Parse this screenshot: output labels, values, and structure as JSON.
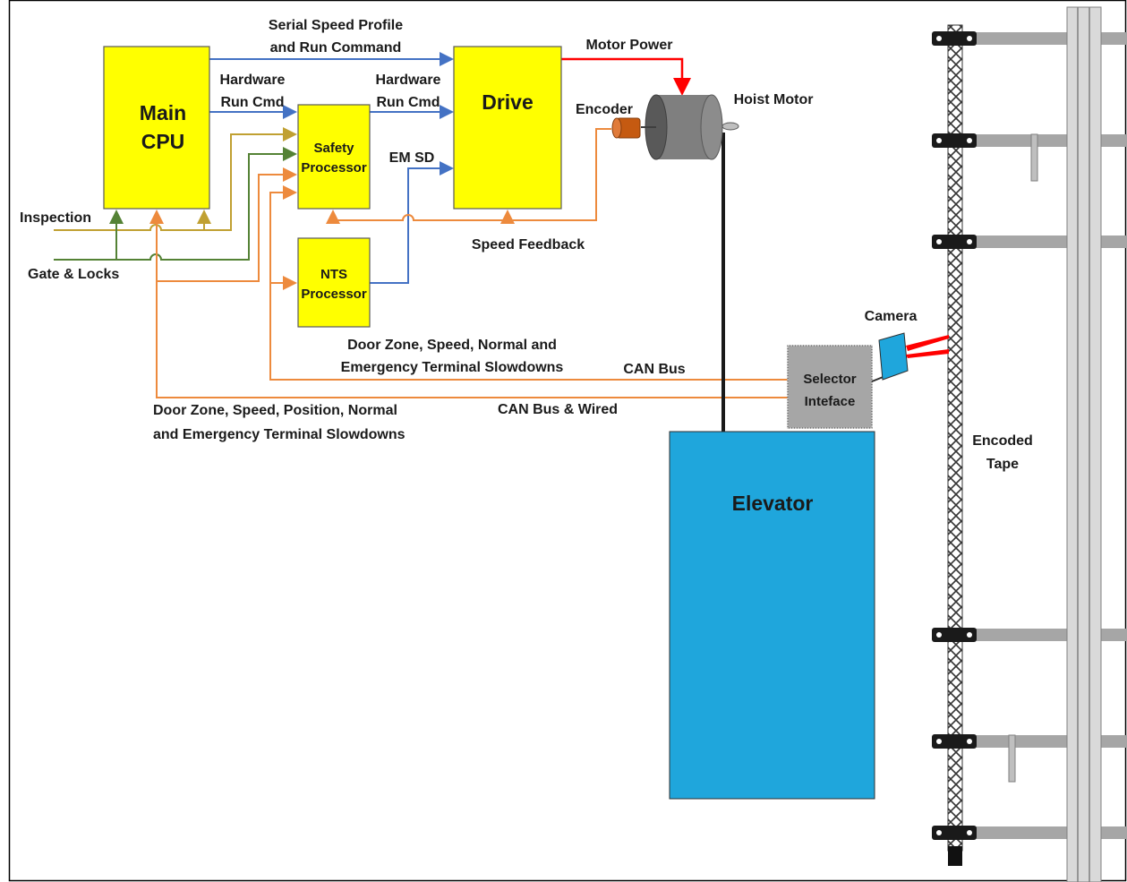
{
  "blocks": {
    "main_cpu": [
      "Main",
      "CPU"
    ],
    "drive": "Drive",
    "safety_processor": [
      "Safety",
      "Processor"
    ],
    "nts_processor": [
      "NTS",
      "Processor"
    ],
    "elevator": "Elevator",
    "selector_interface": [
      "Selector",
      "Inteface"
    ]
  },
  "components": {
    "hoist_motor": "Hoist Motor",
    "encoder": "Encoder",
    "camera": "Camera",
    "encoded_tape": [
      "Encoded",
      "Tape"
    ]
  },
  "signals": {
    "serial_speed_profile": [
      "Serial Speed Profile",
      "and Run Command"
    ],
    "hw_run_cmd_cpu": [
      "Hardware",
      "Run Cmd"
    ],
    "hw_run_cmd_safety": [
      "Hardware",
      "Run Cmd"
    ],
    "motor_power": "Motor Power",
    "em_sd": "EM SD",
    "speed_feedback": "Speed Feedback",
    "inspection": "Inspection",
    "gate_locks": "Gate & Locks",
    "door_zone_upper": [
      "Door Zone, Speed, Normal and",
      "Emergency Terminal Slowdowns"
    ],
    "can_bus": "CAN Bus",
    "door_zone_lower": [
      "Door Zone, Speed, Position, Normal",
      "and Emergency Terminal Slowdowns"
    ],
    "can_bus_wired": "CAN Bus & Wired"
  },
  "colors": {
    "block_yellow": "#ffff00",
    "elevator_blue": "#1fa6dc",
    "serial_link_blue": "#4472c4",
    "safety_orange": "#ed8a3d",
    "inspection_olive": "#c0a032",
    "gate_green": "#548235",
    "motor_power_red": "#ff0000"
  }
}
